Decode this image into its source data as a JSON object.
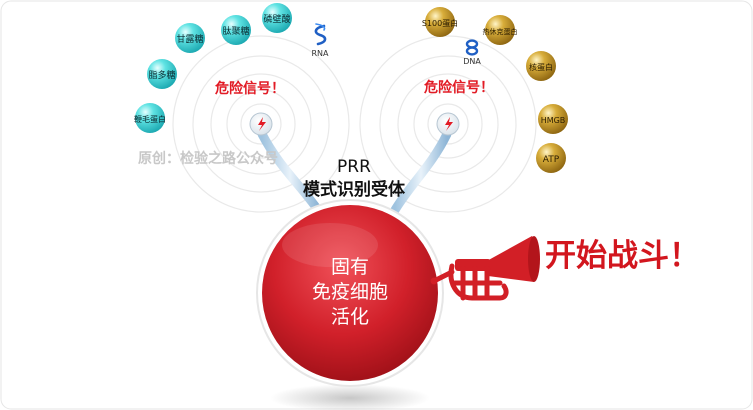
{
  "colors": {
    "cyan_ball": "#3fd6d6",
    "gold_ball": "#c99a1f",
    "signal_red": "#e21b25",
    "cell_red": "#c4161c",
    "horn_red": "#d21f26",
    "watermark": "#c8c8c8"
  },
  "left_group": {
    "molecules": [
      "甘露糖",
      "肽聚糖",
      "磷壁酸",
      "脂多糖",
      "鞭毛蛋白"
    ],
    "rna_label": "RNA",
    "danger_label": "危险信号！"
  },
  "right_group": {
    "molecules": [
      "S100蛋白",
      "热休克蛋白",
      "核蛋白",
      "HMGB",
      "ATP"
    ],
    "dna_label": "DNA",
    "danger_label": "危险信号！"
  },
  "watermark": "原创：检验之路公众号",
  "receptor": {
    "line1": "PRR",
    "line2": "模式识别受体"
  },
  "cell": {
    "line1": "固有",
    "line2": "免疫细胞",
    "line3": "活化"
  },
  "battle_cry": "开始战斗！"
}
